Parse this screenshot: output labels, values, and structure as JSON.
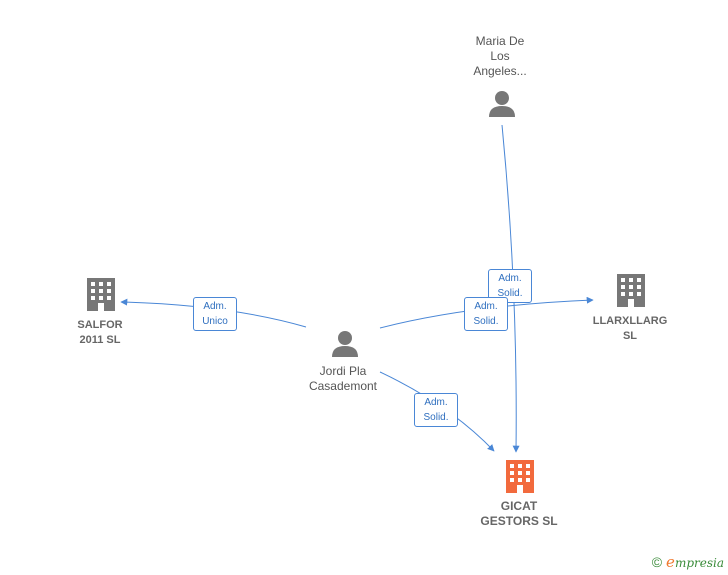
{
  "persons": {
    "maria": {
      "label": "Maria De\nLos\nAngeles..."
    },
    "jordi": {
      "label": "Jordi Pla\nCasademont"
    }
  },
  "companies": {
    "salfor": {
      "label": "SALFOR\n2011 SL"
    },
    "llarxllarg": {
      "label": "LLARXLLARG\nSL"
    },
    "gicat": {
      "label": "GICAT\nGESTORS  SL"
    }
  },
  "edges": {
    "jordi_salfor": "Adm.\nUnico",
    "maria_gicat": "Adm.\nSolid.",
    "jordi_llarxllarg": "Adm.\nSolid.",
    "jordi_gicat": "Adm.\nSolid."
  },
  "colors": {
    "edge": "#4a87d6",
    "person_icon": "#777777",
    "company_icon": "#777777",
    "main_company_icon": "#f26a3d"
  },
  "footer": {
    "copyright": "©",
    "brand_initial": "e",
    "brand_rest": "mpresia"
  }
}
